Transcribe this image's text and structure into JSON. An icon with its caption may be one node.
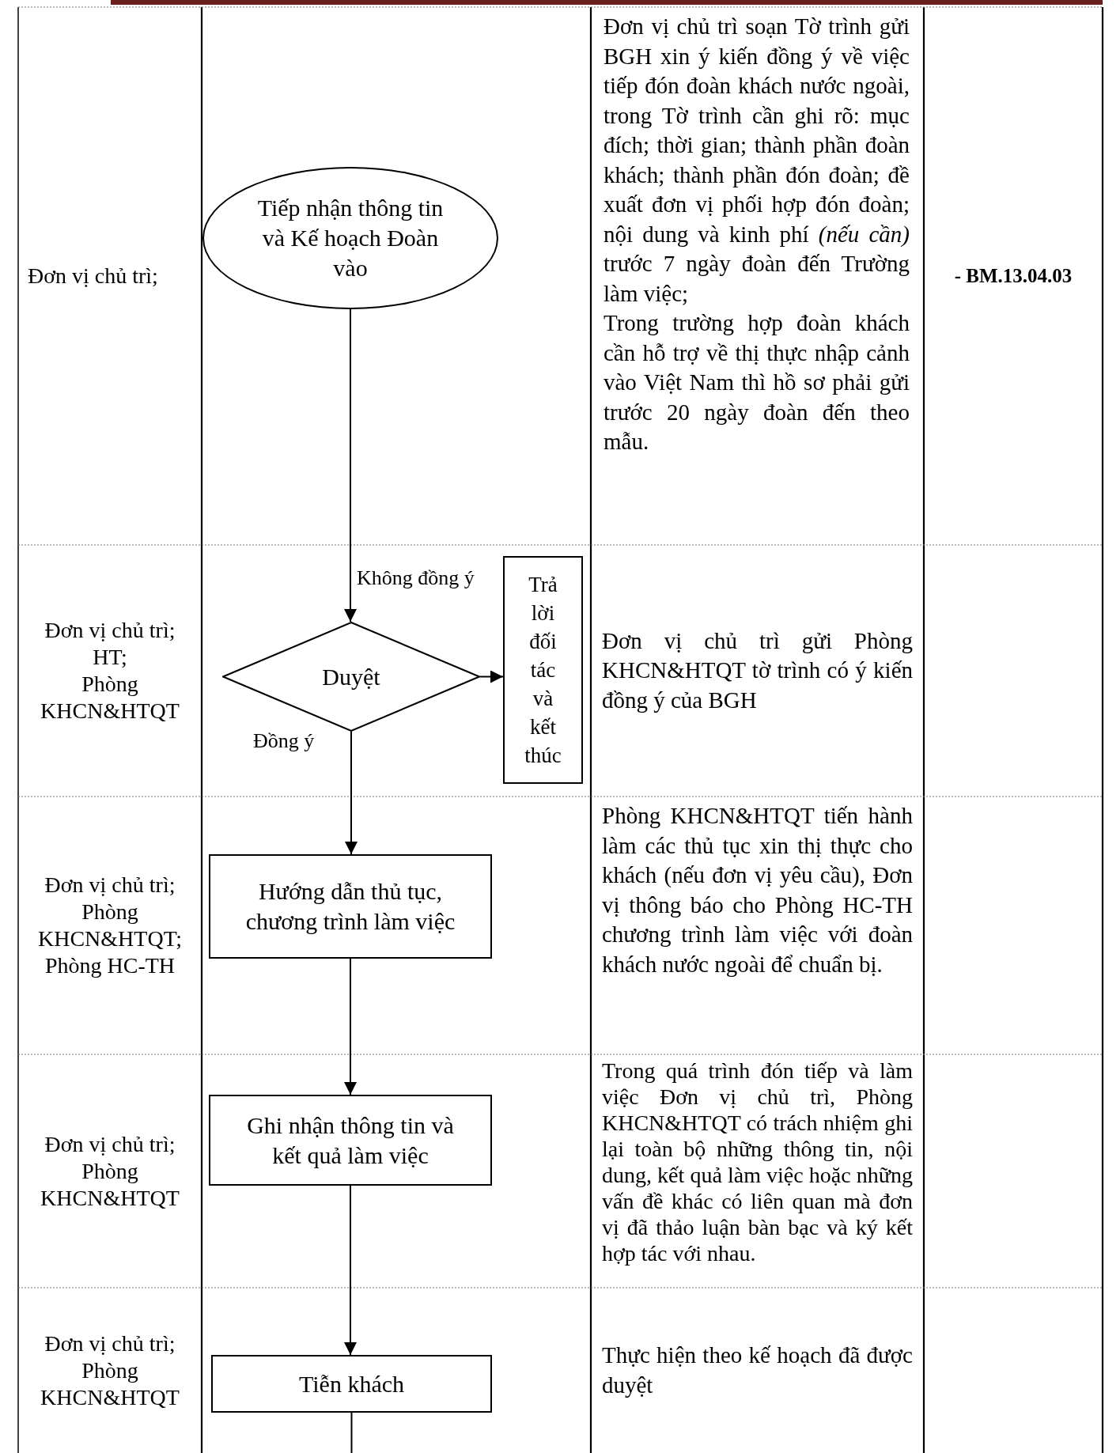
{
  "diagram": {
    "nodes": [
      {
        "text": [
          "Tiếp nhận thông tin và Kế hoạch Đoàn vào"
        ]
      },
      {
        "text": [
          "Duyệt"
        ]
      },
      {
        "text": [
          "Trả lời đối tác và kết thúc"
        ]
      },
      {
        "text": [
          "Hướng dẫn thủ tục, chương trình làm việc"
        ]
      },
      {
        "text": [
          "Ghi nhận thông tin và kết quả làm việc"
        ]
      },
      {
        "text": [
          "Tiễn khách"
        ]
      }
    ],
    "edges": [
      {
        "from": 0,
        "to": 1,
        "arrow": "to",
        "label": "Không đồng ý"
      },
      {
        "from": 1,
        "to": 2,
        "arrow": "to"
      },
      {
        "from": 1,
        "to": 3,
        "arrow": "to",
        "label": "Đồng ý"
      },
      {
        "from": 3,
        "to": 4,
        "arrow": "to"
      },
      {
        "from": 4,
        "to": 5,
        "arrow": "to"
      },
      {
        "from": 5,
        "to": null,
        "arrow": "none"
      }
    ],
    "labels": [
      "Đơn vị chủ trì;",
      "Đơn vị chủ trì soạn Tờ trình gửi BGH xin ý kiến đồng ý về việc tiếp đón đoàn khách nước ngoài, trong Tờ trình cần ghi rõ: mục đích; thời gian; thành phần đoàn khách; thành phần đón đoàn; đề xuất đơn vị phối hợp đón đoàn; nội dung và kinh phí *(nếu cần)* trước 7 ngày đoàn đến Trường làm việc;",
      "Trong trường hợp đoàn khách cần hỗ trợ về thị thực nhập cảnh vào Việt Nam thì hồ sơ phải gửi trước 20 ngày đoàn đến theo mẫu.",
      "- BM.13.04.03",
      "Đơn vị chủ trì; HT; Phòng KHCN&HTQT",
      "Đơn vị chủ trì gửi Phòng KHCN&HTQT tờ trình có ý kiến đồng ý của BGH",
      "Đơn vị chủ trì; Phòng KHCN&HTQT; Phòng HC-TH",
      "Phòng KHCN&HTQT tiến hành làm các thủ tục xin thị thực cho khách (nếu đơn vị yêu cầu), Đơn vị thông báo cho Phòng HC-TH chương trình làm việc với đoàn khách nước ngoài để chuẩn bị.",
      "Đơn vị chủ trì; Phòng KHCN&HTQT",
      "Trong quá trình đón tiếp và làm việc Đơn vị chủ trì, Phòng KHCN&HTQT có trách nhiệm ghi lại toàn bộ những thông tin, nội dung, kết quả làm việc hoặc những vấn đề khác có liên quan mà đơn vị đã thảo luận bàn bạc và ký kết hợp tác với nhau.",
      "Đơn vị chủ trì; Phòng KHCN&HTQT",
      "Thực hiện theo kế hoạch đã được duyệt"
    ]
  }
}
